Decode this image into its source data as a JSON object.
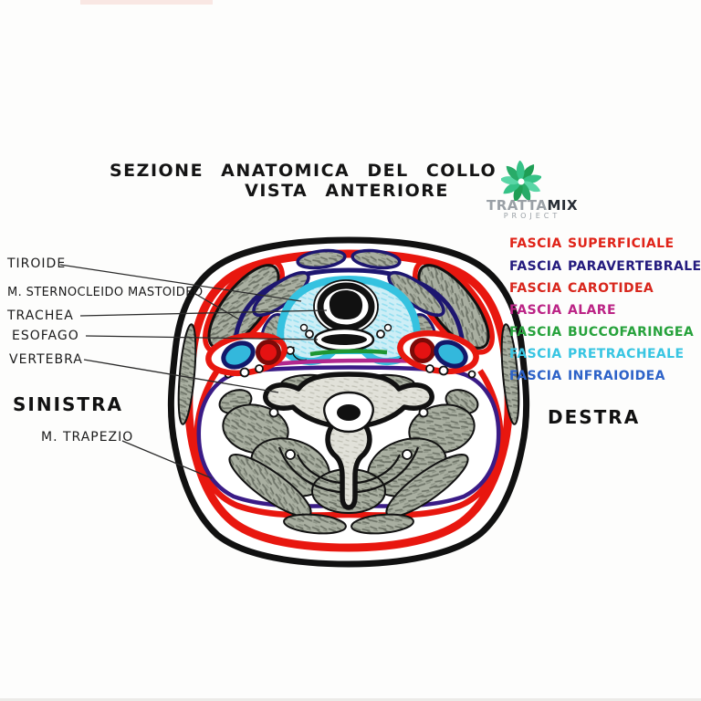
{
  "title": {
    "line1": "SEZIONE ANATOMICA DEL COLLO",
    "line2": "VISTA ANTERIORE"
  },
  "logo": {
    "tratta": "TRATTA",
    "mix": "MIX",
    "project": "PROJECT"
  },
  "anatomy_labels": {
    "tiroide": "TIROIDE",
    "sternocleido": "M. STERNOCLEIDO MASTOIDEO",
    "trachea": "TRACHEA",
    "esofago": "ESOFAGO",
    "vertebra": "VERTEBRA",
    "sinistra": "SINISTRA",
    "trapezio": "M. TRAPEZIO",
    "destra": "DESTRA"
  },
  "legend": {
    "items": [
      {
        "label": "FASCIA",
        "value": "SUPERFICIALE",
        "color": "#e02318"
      },
      {
        "label": "FASCIA",
        "value": "PARAVERTEBRALE",
        "color": "#241b7e"
      },
      {
        "label": "FASCIA",
        "value": "CAROTIDEA",
        "color": "#d8261c"
      },
      {
        "label": "FASCIA",
        "value": "ALARE",
        "color": "#bb2385"
      },
      {
        "label": "FASCIA",
        "value": "BUCCOFARINGEA",
        "color": "#27a23c"
      },
      {
        "label": "FASCIA",
        "value": "PRETRACHEALE",
        "color": "#38c5e2"
      },
      {
        "label": "FASCIA",
        "value": "INFRAIOIDEA",
        "color": "#2d62c8"
      }
    ]
  },
  "palette": {
    "skin_outline": "#111111",
    "superficial_fascia_red": "#e8170f",
    "deep_ring_indigo": "#3a1b86",
    "upper_fascia_navy": "#1d1670",
    "pretracheal_cyan": "#35c2e0",
    "buccopharyngeal_green": "#1f9632",
    "alar_magenta": "#b2288e",
    "artery_red": "#e41212",
    "artery_ring": "#7c0a08",
    "vein_cyan": "#33b8dc",
    "vein_ring": "#12186a",
    "muscle_gray": "#a9afa1",
    "bone_gray": "#e1e1d9"
  }
}
